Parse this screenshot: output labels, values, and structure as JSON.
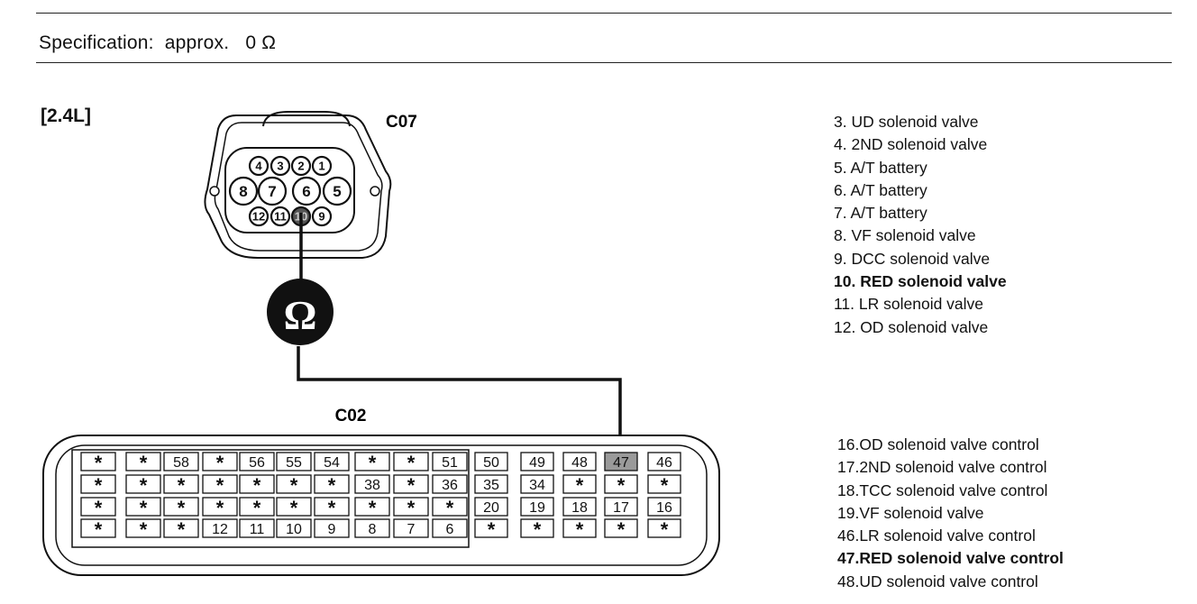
{
  "spec": {
    "label": "Specification:",
    "value": "approx.   0 Ω"
  },
  "variant": "[2.4L]",
  "c07": {
    "name": "C07",
    "top_row": [
      "4",
      "3",
      "2",
      "1"
    ],
    "mid_row": [
      "8",
      "7",
      "6",
      "5"
    ],
    "bot_row": [
      "12",
      "11",
      "10",
      "9"
    ]
  },
  "meter_symbol": "Ω",
  "c02": {
    "name": "C02",
    "left_block": [
      [
        "*",
        "*",
        "58",
        "*",
        "56",
        "55",
        "54",
        "*",
        "*",
        "51"
      ],
      [
        "*",
        "*",
        "*",
        "*",
        "*",
        "*",
        "*",
        "38",
        "*",
        "36"
      ],
      [
        "*",
        "*",
        "*",
        "*",
        "*",
        "*",
        "*",
        "*",
        "*",
        "*"
      ],
      [
        "*",
        "*",
        "*",
        "12",
        "11",
        "10",
        "9",
        "8",
        "7",
        "6"
      ]
    ],
    "right_block": [
      [
        "50",
        "49",
        "48",
        "47",
        "46"
      ],
      [
        "35",
        "34",
        "*",
        "*",
        "*"
      ],
      [
        "20",
        "19",
        "18",
        "17",
        "16"
      ],
      [
        "*",
        "*",
        "*",
        "*",
        "*"
      ]
    ],
    "highlighted": "47"
  },
  "legend_c07": [
    {
      "text": "3. UD solenoid valve",
      "bold": false
    },
    {
      "text": "4. 2ND solenoid valve",
      "bold": false
    },
    {
      "text": "5. A/T battery",
      "bold": false
    },
    {
      "text": "6. A/T battery",
      "bold": false
    },
    {
      "text": "7. A/T battery",
      "bold": false
    },
    {
      "text": "8. VF solenoid valve",
      "bold": false
    },
    {
      "text": "9. DCC solenoid valve",
      "bold": false
    },
    {
      "text": "10. RED solenoid valve",
      "bold": true
    },
    {
      "text": "11. LR solenoid valve",
      "bold": false
    },
    {
      "text": "12. OD solenoid valve",
      "bold": false
    }
  ],
  "legend_c02": [
    {
      "text": "16.OD solenoid valve control",
      "bold": false
    },
    {
      "text": "17.2ND solenoid valve control",
      "bold": false
    },
    {
      "text": "18.TCC solenoid valve control",
      "bold": false
    },
    {
      "text": "19.VF solenoid valve",
      "bold": false
    },
    {
      "text": "46.LR solenoid valve control",
      "bold": false
    },
    {
      "text": "47.RED solenoid valve control",
      "bold": true
    },
    {
      "text": "48.UD solenoid valve control",
      "bold": false
    }
  ]
}
